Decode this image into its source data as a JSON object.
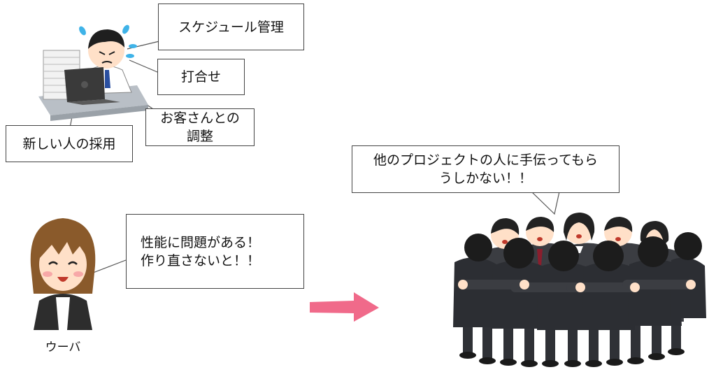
{
  "callouts": {
    "schedule": "スケジュール管理",
    "meeting": "打合せ",
    "customer": "お客さんとの\n調整",
    "hiring": "新しい人の採用",
    "performance": "性能に問題がある！\n作り直さないと！！",
    "help": "他のプロジェクトの人に手伝ってもら\nうしかない！！"
  },
  "labels": {
    "person": "ウーバ"
  },
  "colors": {
    "arrow": "#f06a8a",
    "suit": "#3b3d42",
    "hair_brown": "#8a5a2b",
    "hair_black": "#222222",
    "skin": "#ffe0c8"
  }
}
